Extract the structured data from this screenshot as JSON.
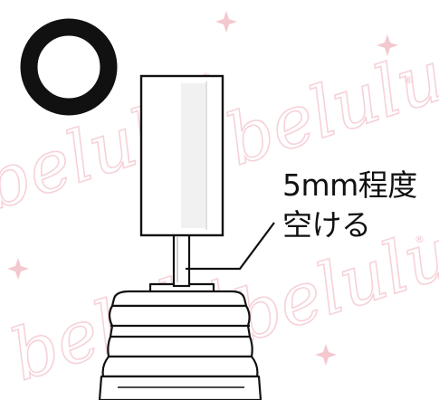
{
  "watermark": {
    "text": "belulu",
    "mark": "®"
  },
  "ok_symbol": {
    "glyph": "○",
    "meaning": "correct"
  },
  "annotation": {
    "line1": "5mm程度",
    "line2": "空ける"
  },
  "colors": {
    "outline": "#111111",
    "watermark": "#f4c8cf",
    "background": "#ffffff"
  }
}
